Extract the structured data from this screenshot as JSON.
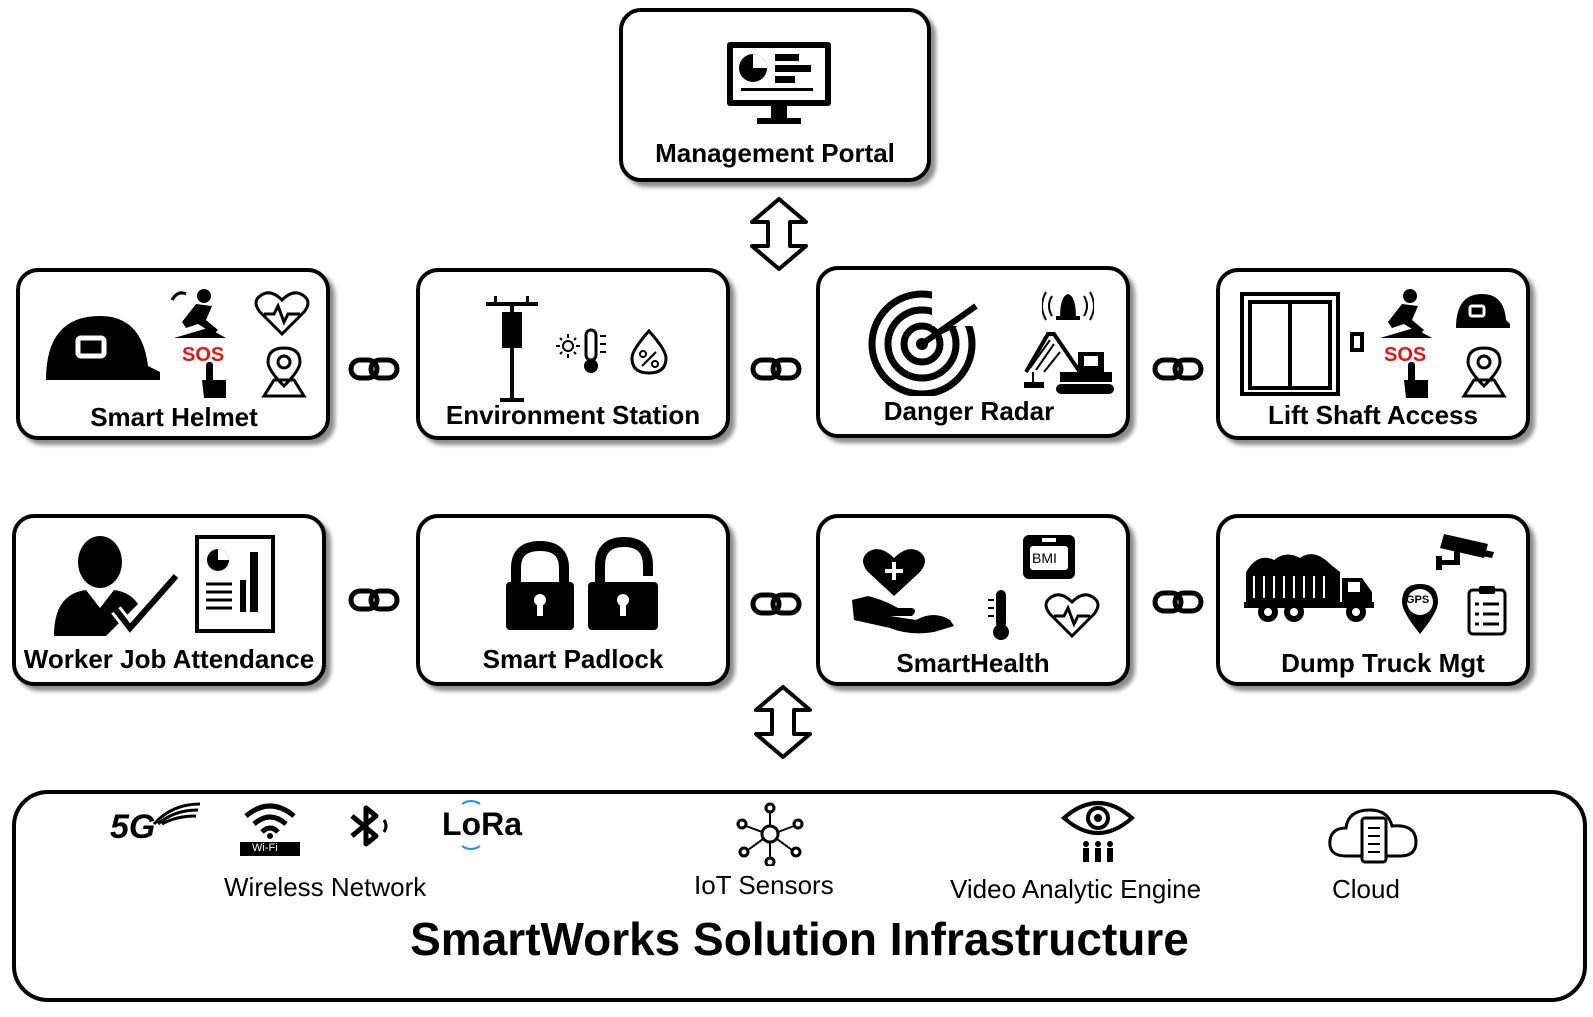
{
  "portal": {
    "label": "Management Portal"
  },
  "modules_row1": [
    {
      "label": "Smart Helmet"
    },
    {
      "label": "Environment Station"
    },
    {
      "label": "Danger Radar"
    },
    {
      "label": "Lift Shaft Access"
    }
  ],
  "modules_row2": [
    {
      "label": "Worker Job Attendance"
    },
    {
      "label": "Smart Padlock"
    },
    {
      "label": "SmartHealth"
    },
    {
      "label": "Dump Truck Mgt"
    }
  ],
  "badges": {
    "sos": "SOS",
    "bmi": "BMI",
    "gps": "GPS",
    "wifi": "Wi-Fi",
    "fiveg": "5G",
    "lora": "LoRa"
  },
  "infrastructure": {
    "title": "SmartWorks Solution Infrastructure",
    "wireless": "Wireless Network",
    "iot": "IoT Sensors",
    "video": "Video Analytic Engine",
    "cloud": "Cloud"
  }
}
